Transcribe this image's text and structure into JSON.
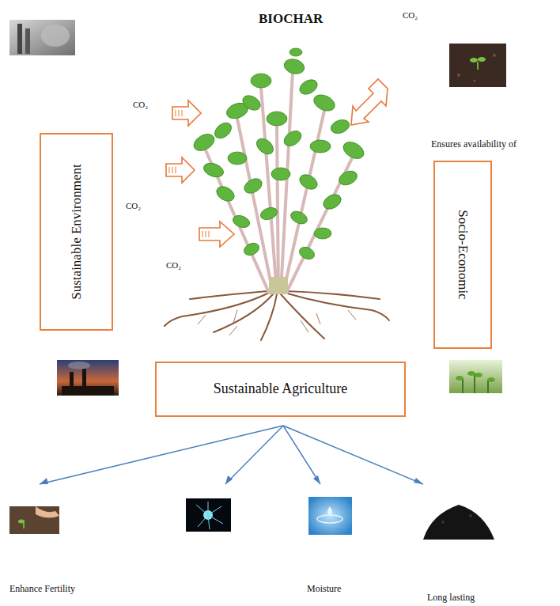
{
  "diagram": {
    "title": "BIOCHAR",
    "nodes": [
      {
        "text": [
          "Sustainable Environment"
        ]
      },
      {
        "text": [
          "Socio-Economic"
        ]
      },
      {
        "text": [
          "Sustainable Agriculture"
        ]
      }
    ],
    "labels": [
      "CO₂",
      "CO₂",
      "CO₂",
      "CO₂",
      "Ensures availability of",
      "Enhance Fertility",
      "Moisture",
      "Long lasting"
    ]
  }
}
